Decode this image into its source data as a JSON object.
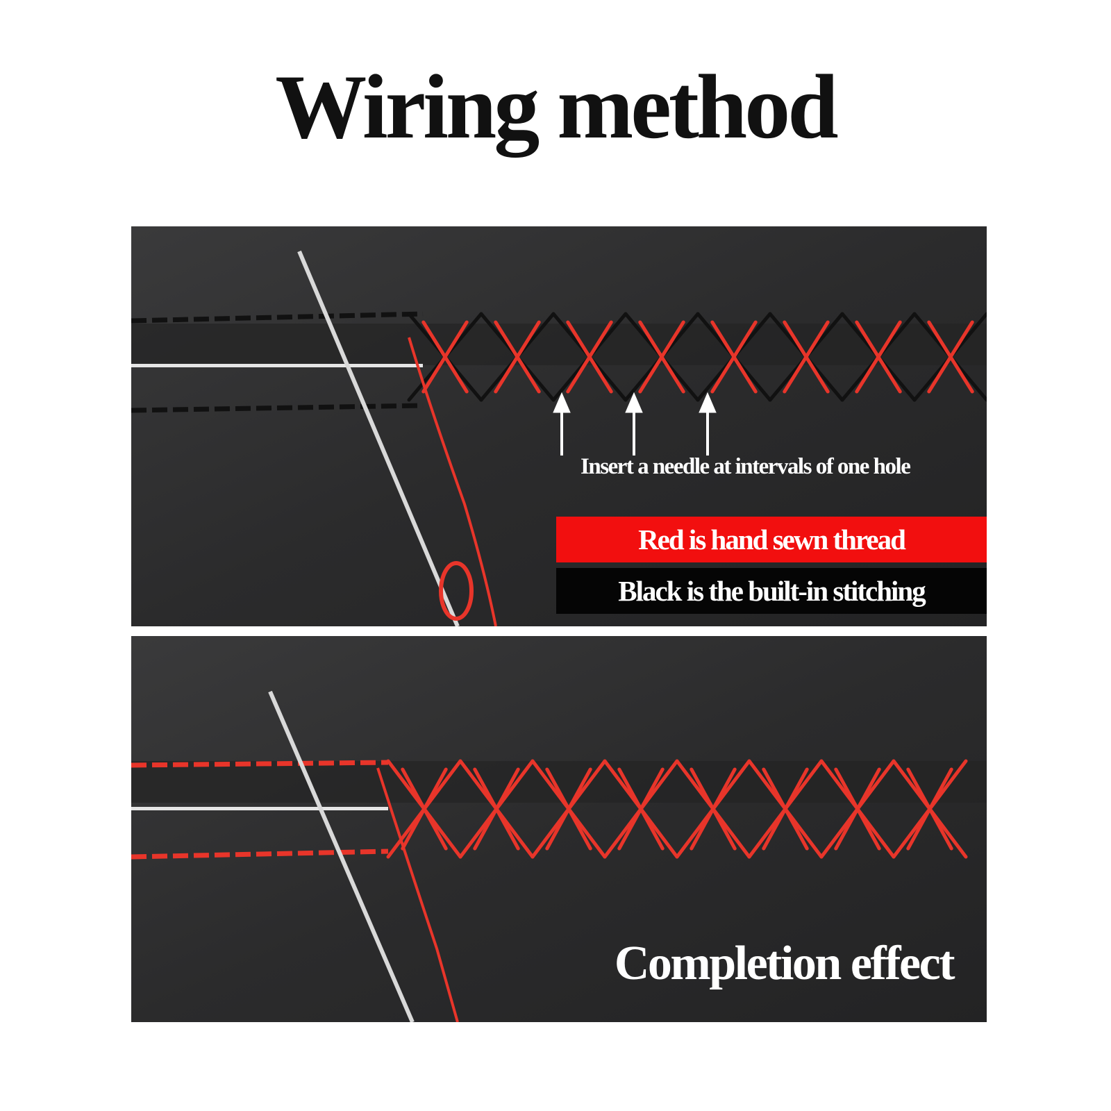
{
  "title": "Wiring method",
  "panel_top": {
    "hint": "Insert a needle at intervals of one hole",
    "red_label": "Red is hand sewn thread",
    "black_label": "Black is the built-in stitching"
  },
  "panel_bottom": {
    "caption": "Completion effect"
  },
  "colors": {
    "leather": "#2c2c2d",
    "thread_red": "#e8352a",
    "thread_black": "#111111",
    "banner_red": "#f20f0f",
    "banner_black": "#050505",
    "needle": "#d9d9d9"
  }
}
